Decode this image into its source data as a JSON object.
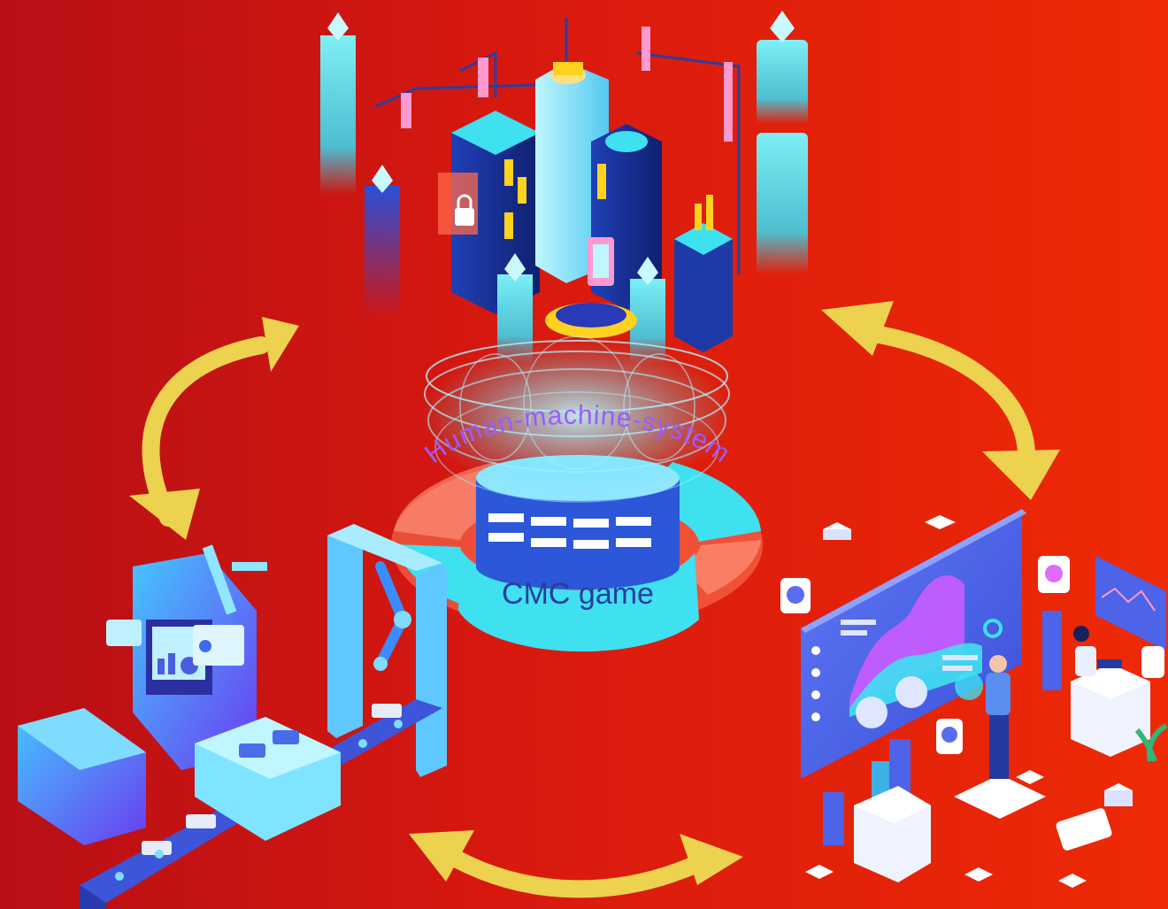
{
  "diagram": {
    "center_title": "CMC game",
    "ring_title": "Human-machine-system",
    "nodes": [
      {
        "id": "data-center",
        "icon": "data-center-city-icon"
      },
      {
        "id": "factory",
        "icon": "smart-factory-icon"
      },
      {
        "id": "analytics",
        "icon": "data-analytics-dashboard-icon"
      }
    ],
    "links": [
      {
        "from": "factory",
        "to": "data-center",
        "direction": "bidirectional"
      },
      {
        "from": "data-center",
        "to": "analytics",
        "direction": "bidirectional"
      },
      {
        "from": "factory",
        "to": "analytics",
        "direction": "bidirectional"
      }
    ]
  },
  "colors": {
    "background_left": "#b80f16",
    "background_right": "#ee2a05",
    "arrow": "#ecd24e",
    "cyan": "#3fe0f0",
    "navy": "#1c2e86",
    "purple": "#8a5cff"
  }
}
